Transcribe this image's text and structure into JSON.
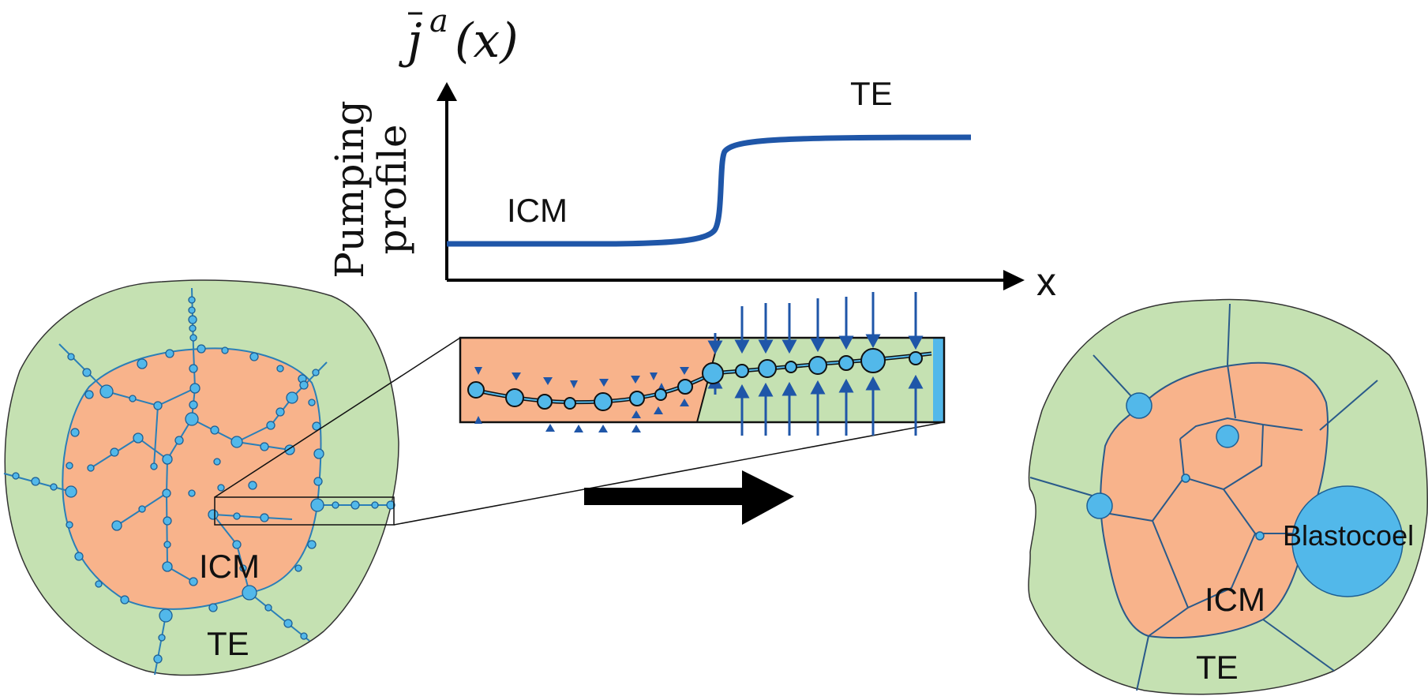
{
  "plot": {
    "ylabel_line1": "Pumping",
    "ylabel_line2": "profile",
    "xlabel": "x",
    "symbol_j": "j",
    "symbol_a": "a",
    "symbol_arg": "(x)",
    "label_icm": "ICM",
    "label_te": "TE"
  },
  "left_embryo": {
    "label_icm": "ICM",
    "label_te": "TE"
  },
  "right_embryo": {
    "label_icm": "ICM",
    "label_te": "TE",
    "label_blastocoel": "Blastocoel"
  },
  "colors": {
    "te_green": "#c5e1b2",
    "icm_salmon": "#f8b38b",
    "lumen_blue": "#52b8ea",
    "profile_blue": "#1f56a8",
    "arrow_black": "#000000"
  }
}
